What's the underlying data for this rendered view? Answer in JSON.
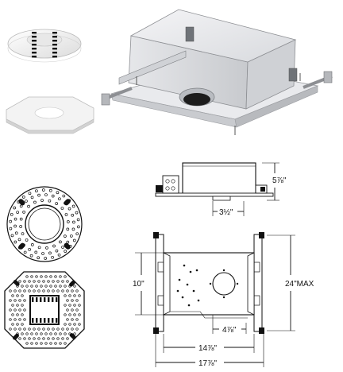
{
  "views": {
    "top": {
      "height_label": "5⅞\"",
      "offset_label": "3½\""
    },
    "plan": {
      "height_label": "10\"",
      "max_label": "24\"MAX",
      "inner_width_label": "14⅞\"",
      "outer_width_label": "17⅞\"",
      "aperture_label": "4⅞\""
    }
  },
  "icons": {
    "housing": "recessed-housing-photo-icon",
    "trim_ring": "trim-ring-icon",
    "mud_plate": "mud-plate-icon",
    "round_plate": "round-perforated-plate-icon",
    "octagon_plate": "octagon-perforated-plate-icon"
  }
}
